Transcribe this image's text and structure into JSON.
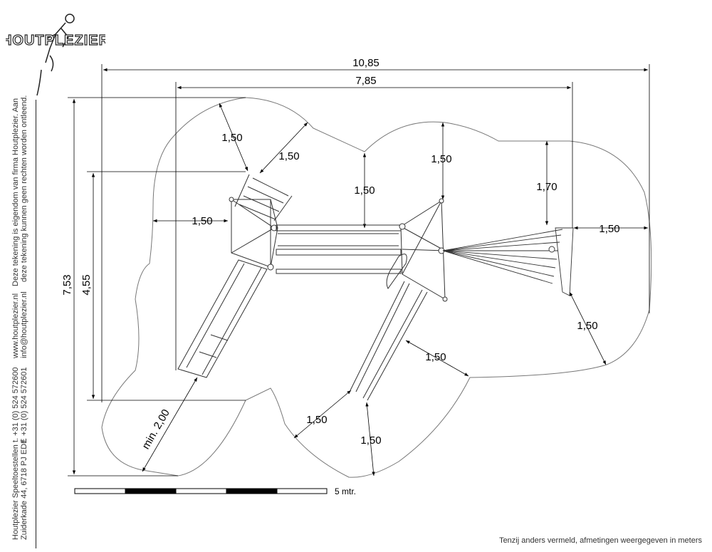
{
  "brand": {
    "logo_text": "HOUTPLEZIER"
  },
  "sidebar": {
    "copyright_line1": "Deze tekening is eigendom van firma Houtplezier. Aan",
    "copyright_line2": "deze tekening kunnen geen rechten worden ontleend.",
    "web": "www.houtplezier.nl",
    "email": "info@houtplezier.nl",
    "phone": "t. +31 (0) 524 572600",
    "fax": "f. +31 (0) 524 572601",
    "company": "Houtplezier Speeltoestellen",
    "address": "Zuiderkade 44, 6718 PJ EDE"
  },
  "dimensions": {
    "overall_width": "10,85",
    "inner_width": "7,85",
    "overall_depth": "7,53",
    "inner_depth": "4,55",
    "clearance": "1,50",
    "swing_height": "1,70",
    "slide_min": "min. 2,00"
  },
  "scale": {
    "label": "5 mtr."
  },
  "footnote": "Tenzij anders vermeld, afmetingen weergegeven in meters"
}
